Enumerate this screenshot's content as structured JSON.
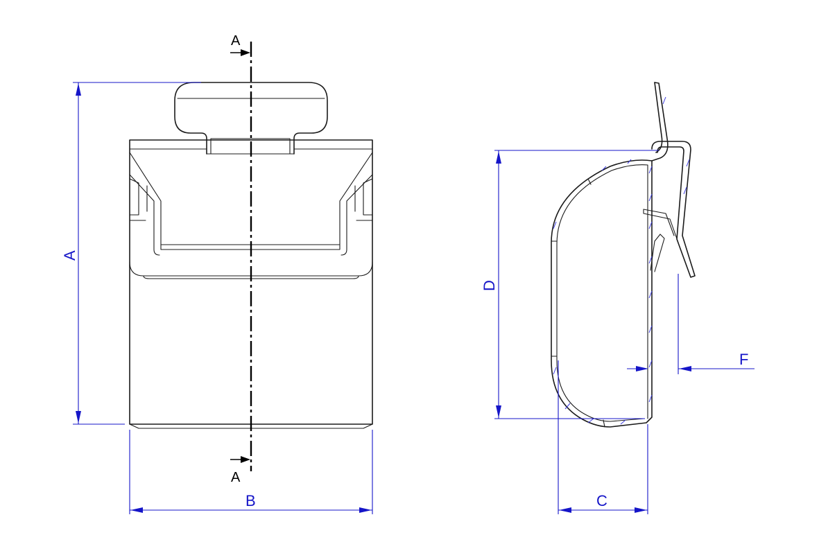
{
  "section": {
    "top_label": "A",
    "bottom_label": "A"
  },
  "dimensions": {
    "height_front": "A",
    "width_front": "B",
    "depth_side": "C",
    "height_side": "D",
    "gap_side": "F"
  },
  "colors": {
    "outline": "#1a1a1a",
    "dimension": "#1515c8",
    "hatch": "#3a3ae0"
  }
}
